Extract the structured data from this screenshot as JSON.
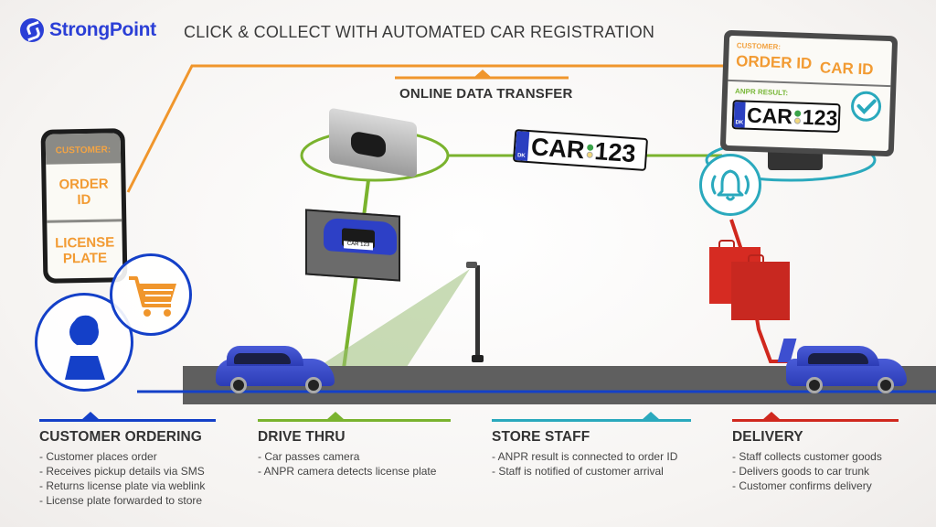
{
  "header": {
    "brand": "StrongPoint",
    "title": "CLICK & COLLECT WITH AUTOMATED CAR REGISTRATION"
  },
  "colors": {
    "brand": "#2b3fd6",
    "customer_ordering": "#1440c8",
    "drive_thru": "#7ab32e",
    "store_staff": "#2aa9bd",
    "delivery": "#d0281e",
    "online_transfer": "#f0962c",
    "accent_text": "#f29b33"
  },
  "online_transfer": {
    "label": "ONLINE DATA TRANSFER"
  },
  "phone": {
    "header": "CUSTOMER:",
    "field1": "ORDER ID",
    "field2": "LICENSE PLATE"
  },
  "monitor": {
    "customer_label": "CUSTOMER:",
    "order_id": "ORDER ID",
    "car_id": "CAR ID",
    "anpr_label": "ANPR RESULT:",
    "plate": {
      "country": "DK",
      "letters": "CAR",
      "numbers": "123"
    }
  },
  "plate": {
    "country": "DK",
    "letters": "CAR",
    "numbers": "123"
  },
  "photo_plate": "CAR 123",
  "icons": [
    "cart-icon",
    "person-icon",
    "bell-icon",
    "check-icon",
    "camera-icon",
    "shopping-bag-icon",
    "street-lamp-icon",
    "car-icon"
  ],
  "sections": [
    {
      "title": "CUSTOMER ORDERING",
      "items": [
        "- Customer places order",
        "- Receives pickup details via SMS",
        "- Returns license plate via weblink",
        "- License plate forwarded to store"
      ]
    },
    {
      "title": "DRIVE THRU",
      "items": [
        "- Car passes camera",
        "- ANPR camera detects license plate"
      ]
    },
    {
      "title": "STORE STAFF",
      "items": [
        "- ANPR result is connected to order ID",
        "- Staff is notified of customer arrival"
      ]
    },
    {
      "title": "DELIVERY",
      "items": [
        "- Staff collects customer goods",
        "- Delivers goods to car trunk",
        "- Customer confirms delivery"
      ]
    }
  ]
}
